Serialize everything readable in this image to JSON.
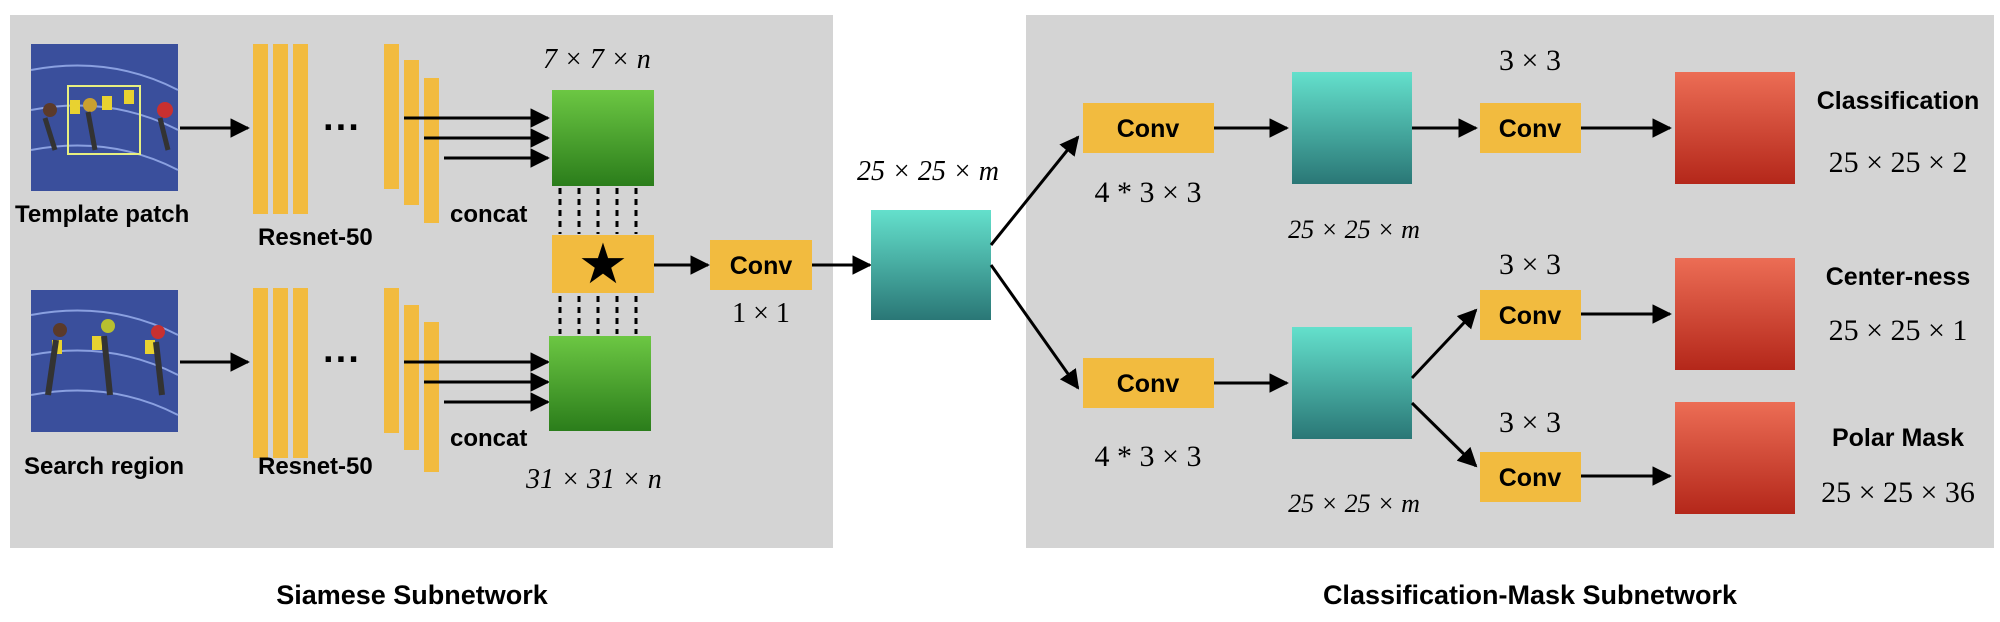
{
  "siamese": {
    "caption": "Siamese Subnetwork",
    "template_label": "Template patch",
    "search_label": "Search region",
    "backbone_label_top": "Resnet-50",
    "backbone_label_bottom": "Resnet-50",
    "ellipsis": "···",
    "concat_top": "concat",
    "concat_bottom": "concat",
    "dim_top": "7 × 7 × n",
    "dim_bottom": "31 × 31 × n",
    "corr_symbol": "★",
    "conv_label": "Conv",
    "conv_dim": "1 × 1"
  },
  "center": {
    "dim": "25 × 25 × m"
  },
  "mask_subnet": {
    "caption": "Classification-Mask Subnetwork",
    "upper_conv": "Conv",
    "upper_conv_dim": "4 * 3 × 3",
    "upper_feat_dim": "25 × 25 × m",
    "lower_conv": "Conv",
    "lower_conv_dim": "4 * 3 × 3",
    "lower_feat_dim": "25 × 25 × m",
    "heads": [
      {
        "conv": "Conv",
        "kernel": "3 × 3",
        "name": "Classification",
        "out_dim": "25 × 25 × 2"
      },
      {
        "conv": "Conv",
        "kernel": "3 × 3",
        "name": "Center-ness",
        "out_dim": "25 × 25 × 1"
      },
      {
        "conv": "Conv",
        "kernel": "3 × 3",
        "name": "Polar Mask",
        "out_dim": "25 × 25 × 36"
      }
    ]
  },
  "colors": {
    "panel": "#d4d4d4",
    "orange": "#f2bb3f",
    "green_top": "#66c23f",
    "green_bottom": "#2b7d1b",
    "teal_top": "#5fdcc8",
    "teal_bottom": "#2b7a78",
    "red_top": "#e96a52",
    "red_bottom": "#b8281a",
    "track_blue": "#3a4f9c"
  }
}
